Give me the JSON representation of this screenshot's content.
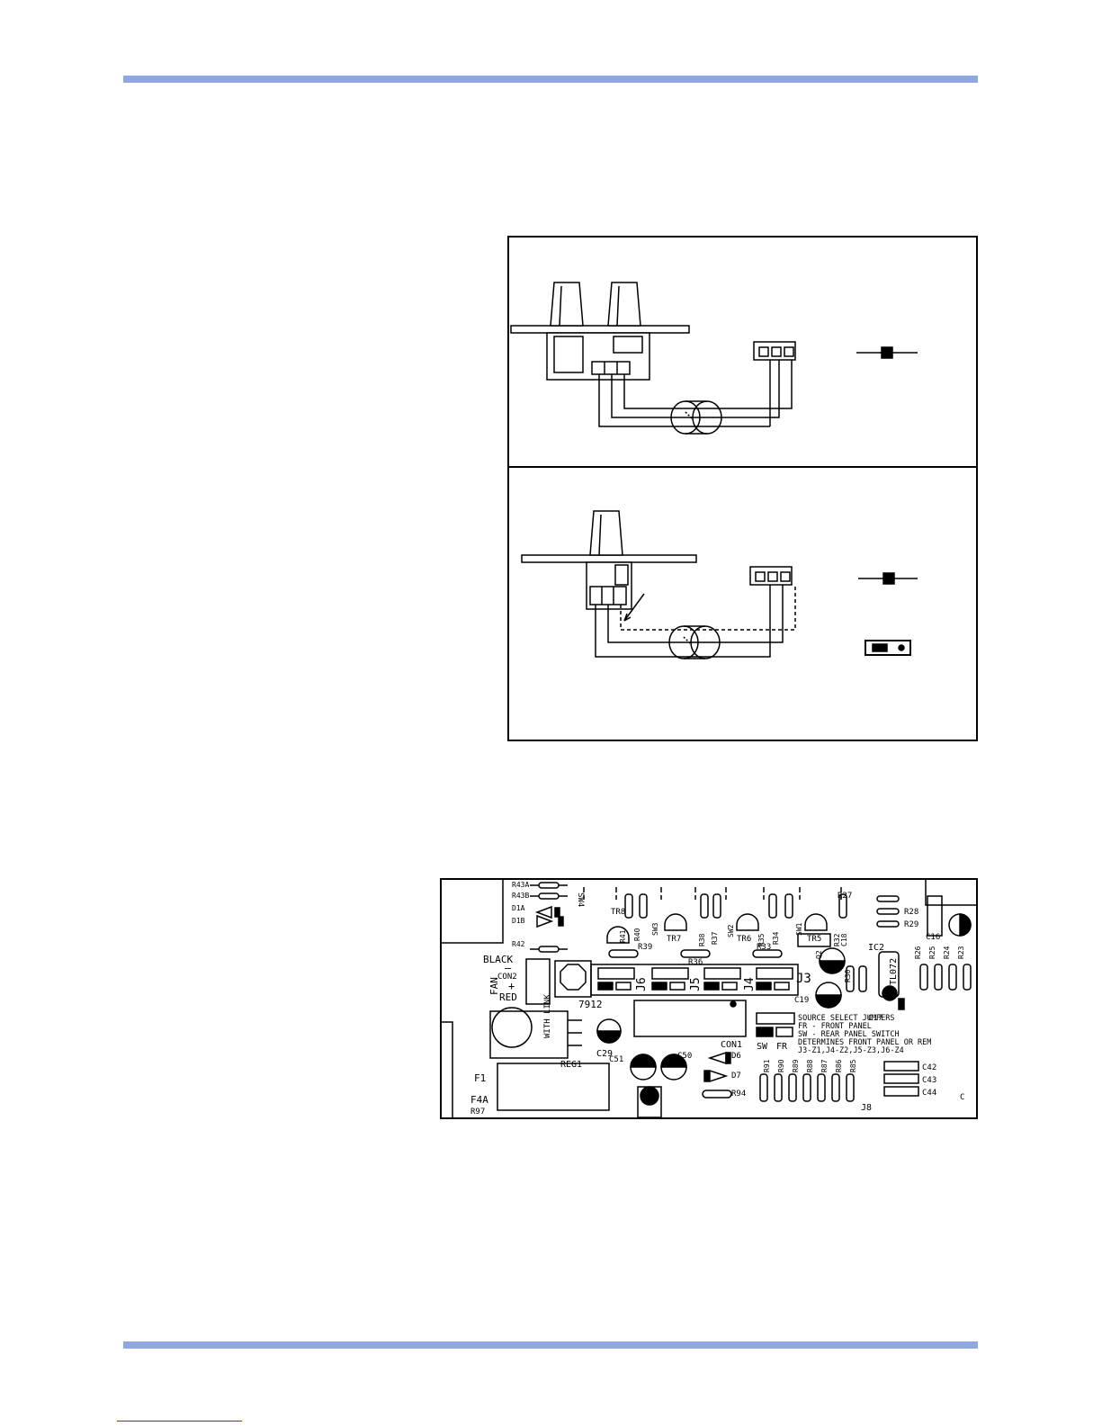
{
  "colors": {
    "rule": "#8fa8df",
    "ink": "#000000",
    "link": "#1f3fd6"
  },
  "pcb": {
    "labels": {
      "r43a": "R43A",
      "r43b": "R43B",
      "d1a": "D1A",
      "d1b": "D1B",
      "r42": "R42",
      "black": "BLACK",
      "fan": "FAN",
      "con2": "CON2",
      "plus": "+",
      "minus": "–",
      "red": "RED",
      "sw4": "SW4",
      "tr8": "TR8",
      "r41": "R41",
      "r40": "R40",
      "sw3": "SW3",
      "tr7": "TR7",
      "r38": "R38",
      "r37": "R37",
      "sw2": "SW2",
      "tr6": "TR6",
      "r35": "R35",
      "r34": "R34",
      "sw1": "SW1",
      "tr5": "TR5",
      "r32": "R32",
      "r27": "R27",
      "r28": "R28",
      "r29": "R29",
      "c16": "C16",
      "r39": "R39",
      "r36": "R36",
      "r33": "R33",
      "c18": "C18",
      "ic2": "IC2",
      "tl072": "TL072",
      "r26": "R26",
      "r25": "R25",
      "r24": "R24",
      "r23": "R23",
      "j6": "J6",
      "j5": "J5",
      "j4": "J4",
      "j3": "J3",
      "c19": "C19",
      "r30": "R30",
      "q2": "Q2",
      "c17": "C17",
      "n7912": "7912",
      "with_link": "WITH LINK",
      "reg1": "REG1",
      "c29": "C29",
      "con1": "CON1",
      "sw": "SW",
      "fr": "FR",
      "c51": "C51",
      "c50": "C50",
      "d6": "D6",
      "d7": "D7",
      "r94": "R94",
      "f1": "F1",
      "f4a": "F4A",
      "r97": "R97",
      "r91": "R91",
      "r90": "R90",
      "r89": "R89",
      "r88": "R88",
      "r87": "R87",
      "r86": "R86",
      "r85": "R85",
      "j8": "J8",
      "c42": "C42",
      "c43": "C43",
      "c44": "C44",
      "c_edge": "C"
    },
    "notes": [
      "SOURCE SELECT JUMPERS",
      "FR - FRONT PANEL",
      "SW - REAR PANEL SWITCH",
      "DETERMINES FRONT PANEL OR REM",
      "J3-Z1,J4-Z2,J5-Z3,J6-Z4"
    ]
  }
}
